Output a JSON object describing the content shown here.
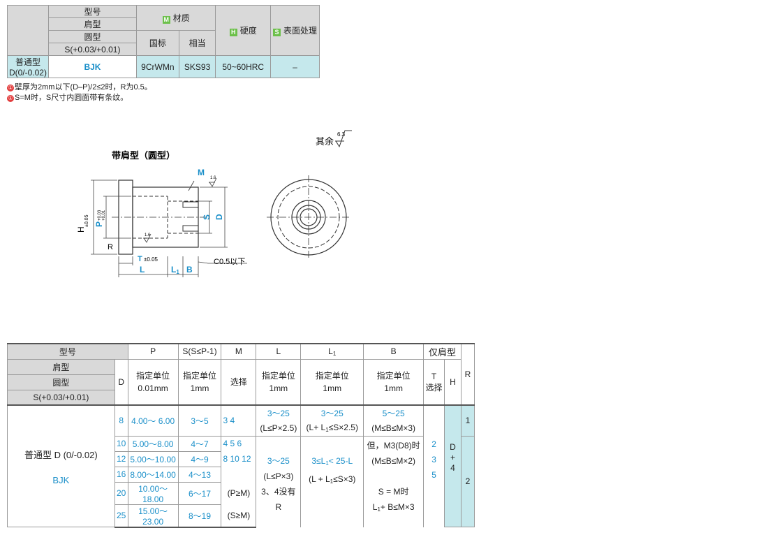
{
  "top_table": {
    "header": {
      "model": "型号",
      "shoulder": "肩型",
      "round": "圆型",
      "s_tol": "S(+0.03/+0.01)",
      "material_mark": "M",
      "material": "材质",
      "gb": "国标",
      "equiv": "相当",
      "hardness_mark": "H",
      "hardness": "硬度",
      "surface_mark": "S",
      "surface": "表面处理"
    },
    "row": {
      "type_line1": "普通型",
      "type_line2": "D(0/-0.02)",
      "code": "BJK",
      "gb_material": "9CrWMn",
      "equiv_material": "SKS93",
      "hardness": "50~60HRC",
      "surface": "–"
    }
  },
  "notes": [
    {
      "num": "①",
      "text": "壁厚为2mm以下(D–P)/2≤2时，R为0.5。"
    },
    {
      "num": "①",
      "text": "S=M时，S尺寸内圆面带有条纹。"
    }
  ],
  "drawing": {
    "roughness_label": "其余",
    "roughness_value": "6.3",
    "title": "带肩型（圆型）",
    "labels": {
      "M": "M",
      "H": "H",
      "H_tol": "±0.05",
      "P": "P",
      "P_tol_up": "+0.03",
      "P_tol_dn": "+0.01",
      "R": "R",
      "S": "S",
      "D": "D",
      "rough_small_1": "1.6",
      "rough_small_2": "1.6",
      "T": "T",
      "T_tol": "±0.05",
      "L": "L",
      "L1": "L",
      "L1_sub": "1",
      "B": "B",
      "chamfer": "C0.5以下"
    }
  },
  "spec_table": {
    "header": {
      "model": "型号",
      "P": "P",
      "S": "S(S≤P-1)",
      "M": "M",
      "L": "L",
      "L1": "L",
      "L1_sub": "1",
      "B": "B",
      "shoulder_only": "仅肩型",
      "R": "R",
      "shoulder": "肩型",
      "round": "圆型",
      "s_tol": "S(+0.03/+0.01)",
      "D": "D",
      "P_unit": "指定单位\n0.01mm",
      "S_unit": "指定单位\n1mm",
      "M_unit": "选择",
      "L_unit": "指定单位\n1mm",
      "L1_unit": "指定单位\n1mm",
      "B_unit": "指定单位\n1mm",
      "T_unit": "T\n选择",
      "H": "H"
    },
    "type_label": "普通型 D (0/-0.02)",
    "type_code": "BJK",
    "rows": [
      {
        "D": "8",
        "P": "4.00～ 6.00",
        "S": "3～5"
      },
      {
        "D": "10",
        "P": "5.00～8.00",
        "S": "4～7"
      },
      {
        "D": "12",
        "P": "5.00～10.00",
        "S": "4～9"
      },
      {
        "D": "16",
        "P": "8.00～14.00",
        "S": "4～13"
      },
      {
        "D": "20",
        "P": "10.00～18.00",
        "S": "6～17"
      },
      {
        "D": "25",
        "P": "15.00～23.00",
        "S": "8～19"
      }
    ],
    "M": {
      "r1": "3  4",
      "r2": "4  5  6",
      "r3": "8  10  12",
      "r5": "(P≥M)",
      "r6": "(S≥M)"
    },
    "L": {
      "a1": "3～25",
      "a2": "(L≤P×2.5)",
      "b1": "3～25",
      "b2": "(L≤P×3)",
      "b3": "3、4没有",
      "b4": "R"
    },
    "L1": {
      "a1": "3～25",
      "a2": "(L+ L",
      "a2_sub": "1",
      "a2_end": "≤S×2.5)",
      "b1": "3≤L",
      "b1_sub": "1",
      "b1_end": "< 25-L",
      "b2": "(L + L",
      "b2_sub": "1",
      "b2_end": "≤S×3)"
    },
    "B": {
      "a1": "5～25",
      "a2": "(M≤B≤M×3)",
      "b1": "但，M3(D8)时",
      "b2": "(M≤B≤M×2)",
      "b3": "S = M时",
      "b4": "L",
      "b4_sub": "1",
      "b4_end": "+ B≤M×3"
    },
    "T_values": [
      "2",
      "3",
      "5"
    ],
    "H_values": [
      "D",
      "+",
      "4"
    ],
    "R_values": [
      "1",
      "2"
    ]
  }
}
